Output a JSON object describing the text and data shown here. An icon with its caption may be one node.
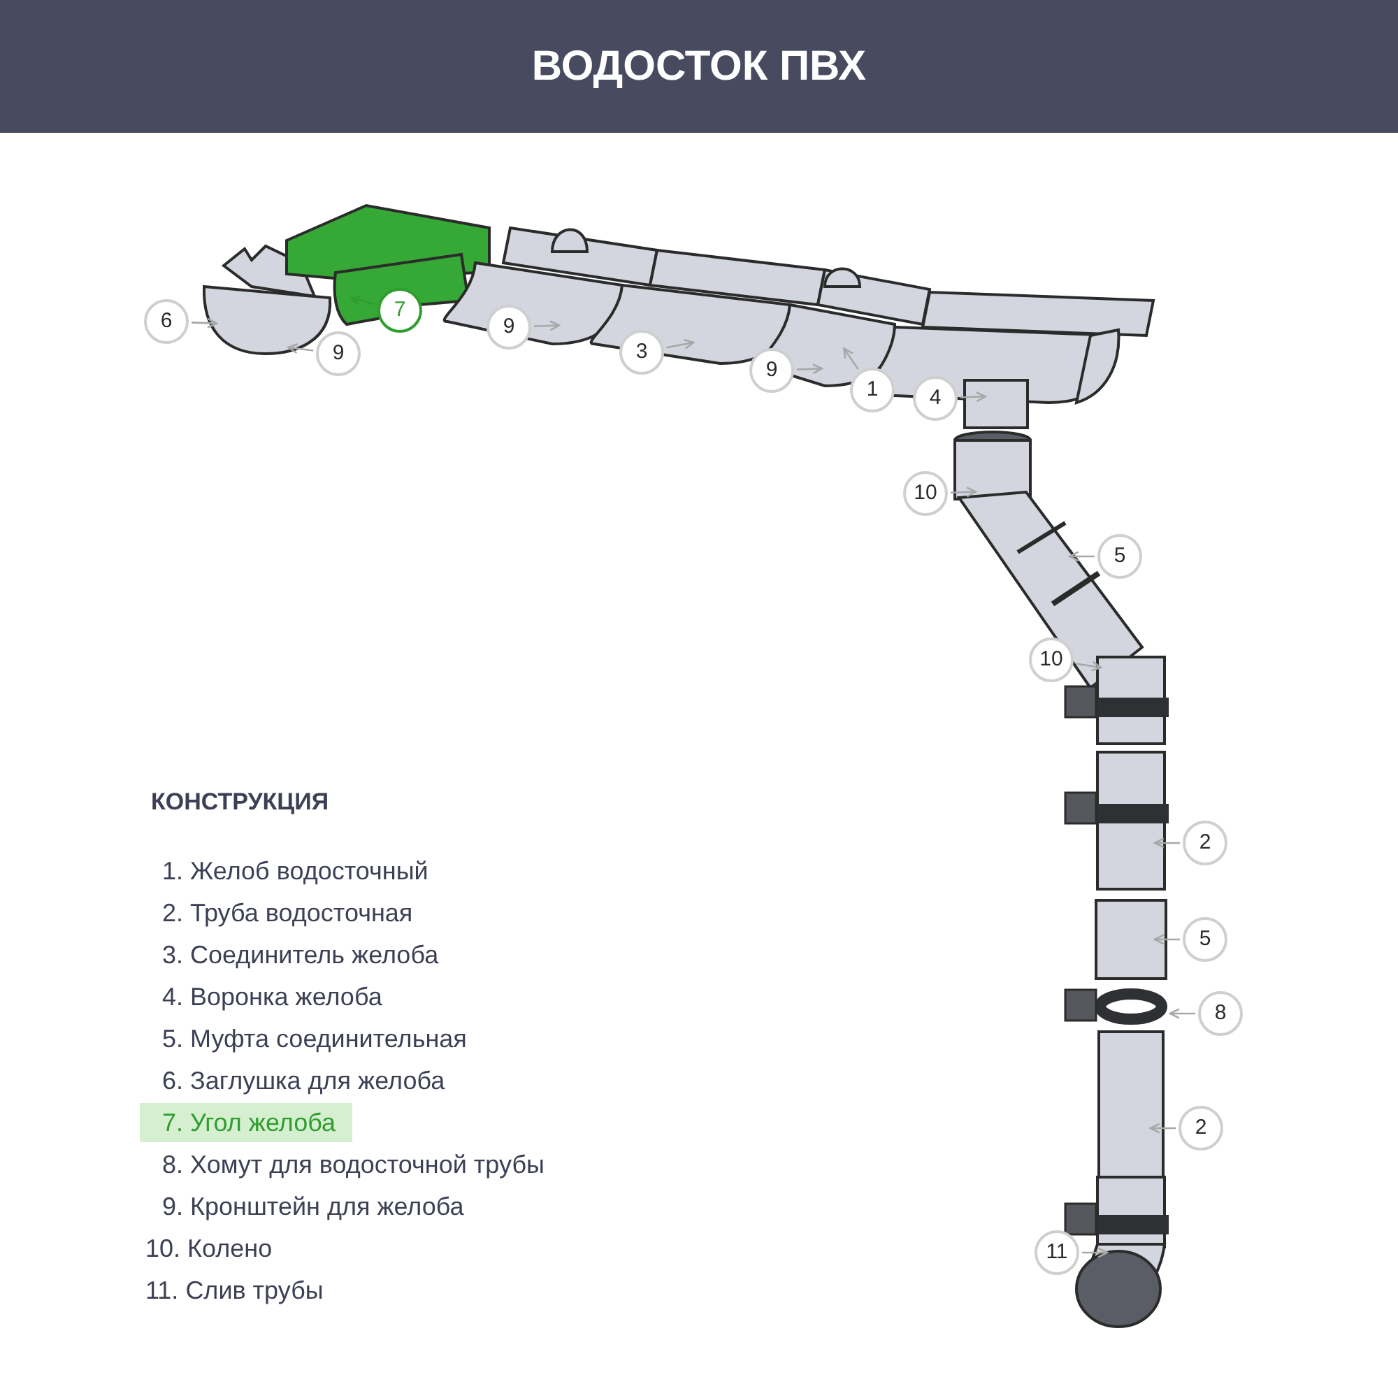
{
  "diagram": {
    "title": "ВОДОСТОК ПВХ",
    "nodes": [
      {
        "text": [
          "6"
        ]
      },
      {
        "text": [
          "9"
        ]
      },
      {
        "text": [
          "7"
        ]
      },
      {
        "text": [
          "9"
        ]
      },
      {
        "text": [
          "3"
        ]
      },
      {
        "text": [
          "9"
        ]
      },
      {
        "text": [
          "1"
        ]
      },
      {
        "text": [
          "4"
        ]
      },
      {
        "text": [
          "10"
        ]
      },
      {
        "text": [
          "5"
        ]
      },
      {
        "text": [
          "10"
        ]
      },
      {
        "text": [
          "2"
        ]
      },
      {
        "text": [
          "5"
        ]
      },
      {
        "text": [
          "8"
        ]
      },
      {
        "text": [
          "2"
        ]
      },
      {
        "text": [
          "11"
        ]
      },
      {
        "text": [
          "7. Угол желоба"
        ]
      }
    ],
    "edges": [
      {
        "from": 0,
        "to": null,
        "arrow": "to"
      },
      {
        "from": 1,
        "to": null,
        "arrow": "to"
      },
      {
        "from": 2,
        "to": null,
        "arrow": "to",
        "color": "#2e9e2e"
      },
      {
        "from": 3,
        "to": null,
        "arrow": "to"
      },
      {
        "from": 4,
        "to": null,
        "arrow": "to"
      },
      {
        "from": 5,
        "to": null,
        "arrow": "to"
      },
      {
        "from": 6,
        "to": null,
        "arrow": "to"
      },
      {
        "from": 7,
        "to": null,
        "arrow": "to"
      },
      {
        "from": 8,
        "to": null,
        "arrow": "to"
      },
      {
        "from": 9,
        "to": null,
        "arrow": "to"
      },
      {
        "from": 10,
        "to": null,
        "arrow": "to"
      },
      {
        "from": 11,
        "to": null,
        "arrow": "to"
      },
      {
        "from": 12,
        "to": null,
        "arrow": "to"
      },
      {
        "from": 13,
        "to": null,
        "arrow": "to"
      },
      {
        "from": 14,
        "to": null,
        "arrow": "to"
      },
      {
        "from": 15,
        "to": null,
        "arrow": "to"
      }
    ],
    "labels": [
      "КОНСТРУКЦИЯ",
      "1. Желоб водосточный",
      "2. Труба водосточная",
      "3. Соединитель желоба",
      "4. Воронка желоба",
      "5. Муфта соединительная",
      "6. Заглушка для желоба",
      "8. Хомут для водосточной трубы",
      "9. Кронштейн для желоба",
      "10. Колено",
      "11. Слив трубы"
    ]
  }
}
